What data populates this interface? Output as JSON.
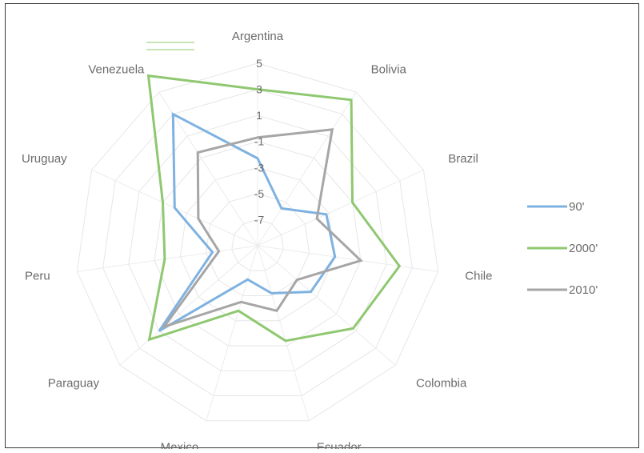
{
  "chart_data": {
    "type": "radar",
    "categories": [
      "Argentina",
      "Bolivia",
      "Brazil",
      "Chile",
      "Colombia",
      "Ecuador",
      "Mexico",
      "Paraguay",
      "Peru",
      "Uruguay",
      "Venezuela"
    ],
    "rlim": [
      -9,
      5
    ],
    "ticks": [
      "5",
      "3",
      "1",
      "-1",
      "-3",
      "-5",
      "-7"
    ],
    "tick_values": [
      5,
      3,
      1,
      -1,
      -3,
      -5,
      -7
    ],
    "grid": true,
    "legend_position": "right",
    "series": [
      {
        "name": "90'",
        "color": "#7fb2e0",
        "values": [
          -2.3,
          -5.6,
          -3.2,
          -3.0,
          -3.6,
          -5.2,
          -6.3,
          1.0,
          -5.5,
          -2.0,
          3.0
        ]
      },
      {
        "name": "2000'",
        "color": "#8fc870",
        "values": [
          3.0,
          4.3,
          -1.0,
          2.0,
          0.7,
          -1.4,
          -3.8,
          2.0,
          -1.8,
          -1.0,
          6.5
        ]
      },
      {
        "name": "2010'",
        "color": "#a6a6a6",
        "values": [
          -0.7,
          1.6,
          -4.0,
          -1.0,
          -5.0,
          -3.8,
          -4.5,
          0.5,
          -6.0,
          -4.0,
          -0.5
        ]
      }
    ]
  }
}
